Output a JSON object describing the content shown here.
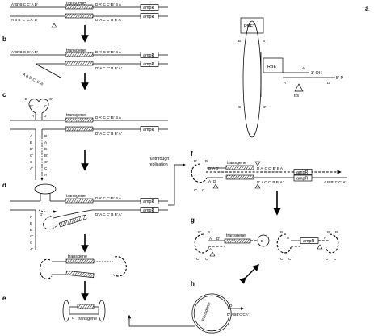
{
  "panels": {
    "a": "a",
    "b": "b",
    "c": "c",
    "d": "d",
    "e": "e",
    "f": "f",
    "g": "g",
    "h": "h"
  },
  "labels": {
    "transgene": "transgene",
    "ampR": "ampR",
    "rbe": "RBE",
    "rbe_prime": "RBE'",
    "three_oh": "3' OH",
    "five_p": "5' P",
    "trs": "trs",
    "runthrough": "runthrough\nreplication"
  },
  "seq": {
    "left_top": "A' B' B C C' A D'",
    "left_bottom": "A B B' C' C A' D",
    "right_top": "D A' C C' B' B A",
    "right_bottom": "D' A C C' B B' A'",
    "b_left": "A' B' B C C' A D'",
    "b_flap": "A B B' C' C' A'",
    "f_left": "B' A D'",
    "f_top_right": "D A' C C' B' B A",
    "f_bottom_right": "D' A C C' B B' A'",
    "f_far_right": "A B B' C C' A'",
    "h_tail": "D' ABB'C'CA'"
  },
  "letters": {
    "A": "A",
    "B": "B",
    "C": "C",
    "D": "D",
    "A_p": "A'",
    "B_p": "B'",
    "C_p": "C'",
    "D_p": "D'"
  },
  "colors": {
    "ink": "#000000",
    "background": "#ffffff"
  }
}
